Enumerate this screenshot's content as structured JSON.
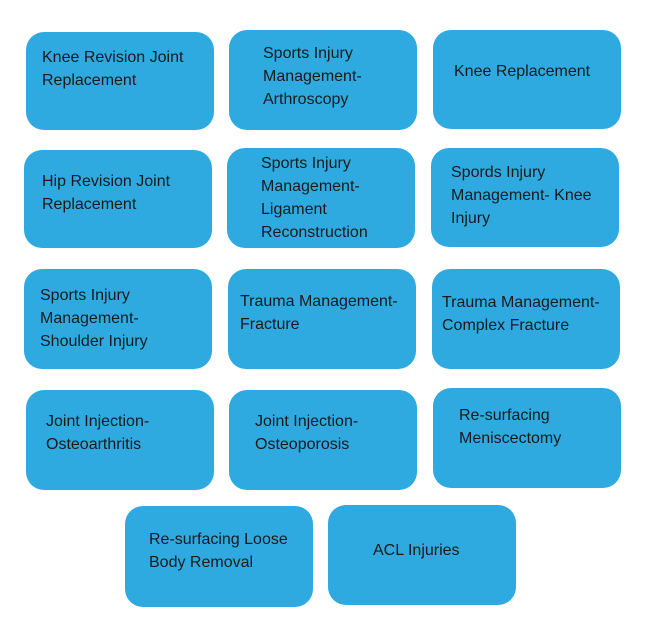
{
  "tiles": [
    {
      "label": "Knee Revision Joint Replacement"
    },
    {
      "label": "Sports Injury Management- Arthroscopy"
    },
    {
      "label": "Knee Replacement"
    },
    {
      "label": "Hip Revision Joint Replacement"
    },
    {
      "label": "Sports Injury Management- Ligament Reconstruction"
    },
    {
      "label": "Spords Injury Management- Knee Injury"
    },
    {
      "label": "Sports Injury Management- Shoulder Injury"
    },
    {
      "label": "Trauma Management- Fracture"
    },
    {
      "label": "Trauma Management- Complex Fracture"
    },
    {
      "label": "Joint Injection- Osteoarthritis"
    },
    {
      "label": "Joint Injection- Osteoporosis"
    },
    {
      "label": "Re-surfacing Meniscectomy"
    },
    {
      "label": "Re-surfacing Loose Body Removal"
    },
    {
      "label": "ACL Injuries"
    }
  ],
  "colors": {
    "tile_fill": "#2eaae1",
    "text": "#1a1a1a",
    "background": "#ffffff"
  }
}
